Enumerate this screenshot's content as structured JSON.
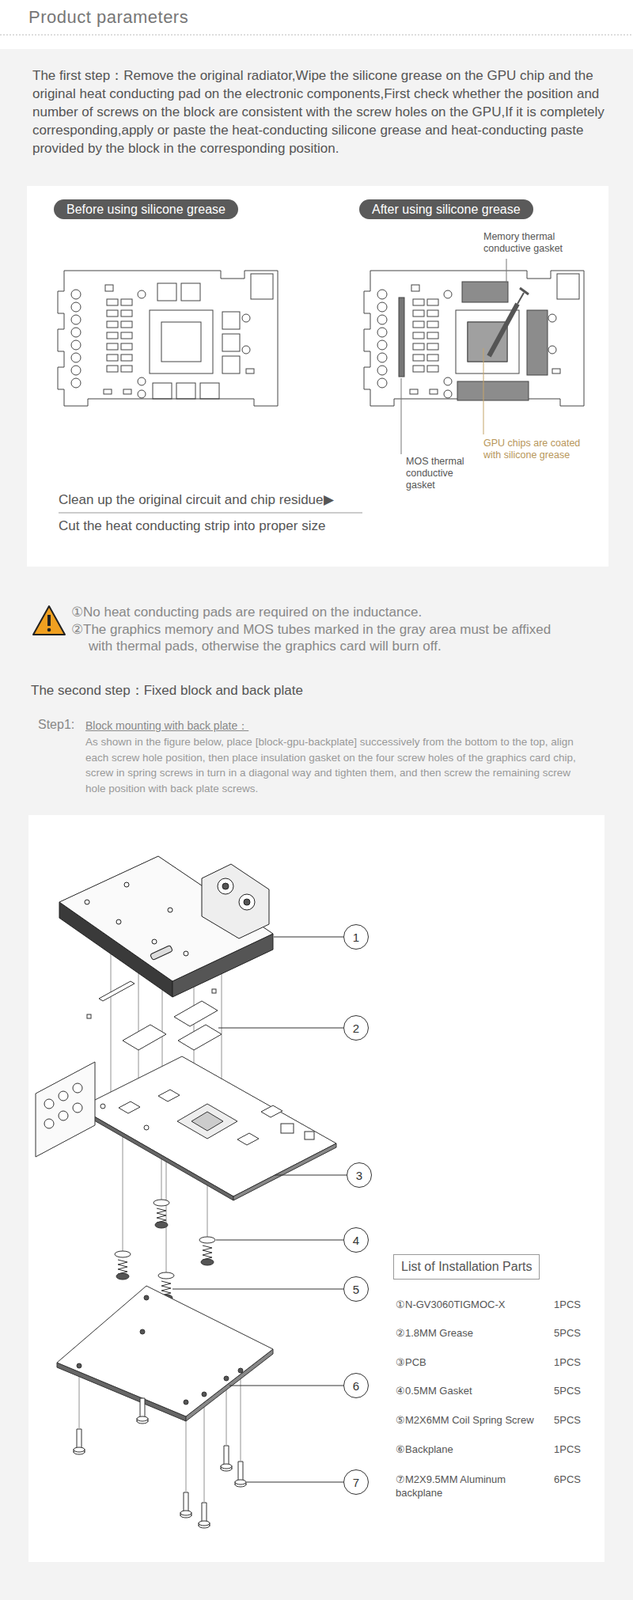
{
  "diagram": {
    "title": "Product parameters",
    "nodes": [
      {
        "text": [
          "Before using silicone grease"
        ]
      },
      {
        "text": [
          "After using silicone grease"
        ]
      },
      {
        "text": [
          "1"
        ]
      },
      {
        "text": [
          "2"
        ]
      },
      {
        "text": [
          "3"
        ]
      },
      {
        "text": [
          "4"
        ]
      },
      {
        "text": [
          "5"
        ]
      },
      {
        "text": [
          "6"
        ]
      },
      {
        "text": [
          "7"
        ]
      },
      {
        "text": [
          "List of Installation Parts"
        ]
      }
    ],
    "labels": [
      "The first step：Remove the original radiator,Wipe the silicone grease on the GPU chip and the original heat conducting pad on the electronic components,First check whether the position and number of screws on the block are consistent with the screw holes on the GPU,If it is completely corresponding,apply or paste the heat-conducting silicone grease and heat-conducting paste provided by the block in the corresponding position.",
      "Memory thermal conductive gasket",
      "GPU chips are coated with silicone grease",
      "MOS thermal conductive gasket",
      "Clean up the original circuit and chip residue▶",
      "Cut the heat conducting strip into proper size",
      "①No heat conducting pads are required on the inductance.",
      "②The graphics memory and MOS tubes marked in the gray area must be affixed with thermal pads, otherwise the graphics card will burn off.",
      "The second step：Fixed block and back plate",
      "Step1:",
      "Block mounting with back plate：",
      "As shown in the figure below, place [block-gpu-backplate] successively from the bottom to the top, align each screw hole position, then place insulation gasket on the four screw holes of the graphics card chip, screw in spring screws in turn in a diagonal way and tighten them, and then screw the remaining screw hole position with back plate screws.",
      "①N-GV3060TIGMOC-X",
      "1PCS",
      "②1.8MM Grease",
      "5PCS",
      "③PCB",
      "1PCS",
      "④0.5MM Gasket",
      "5PCS",
      "⑤M2X6MM Coil Spring Screw",
      "5PCS",
      "⑥Backplane",
      "1PCS",
      "⑦M2X9.5MM Aluminum backplane",
      "6PCS"
    ]
  }
}
